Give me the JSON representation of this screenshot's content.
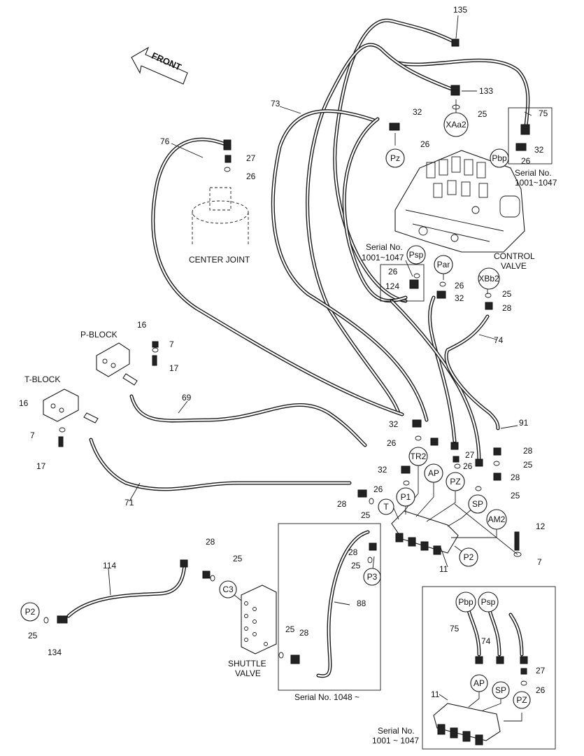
{
  "labels": {
    "front": "FRONT",
    "center_joint": "CENTER JOINT",
    "control_valve": [
      "CONTROL",
      "VALVE"
    ],
    "p_block": "P-BLOCK",
    "t_block": "T-BLOCK",
    "shuttle_valve": [
      "SHUTTLE",
      "VALVE"
    ],
    "serial_top_right": [
      "Serial No.",
      "1001~1047"
    ],
    "serial_left_valve": [
      "Serial No.",
      "1001~1047"
    ],
    "serial_1048": "Serial No. 1048 ~",
    "serial_bottom_right": [
      "Serial No.",
      "1001 ~ 1047"
    ]
  },
  "part_numbers": {
    "n135": "135",
    "n133": "133",
    "n25": "25",
    "n32": "32",
    "n26": "26",
    "n73": "73",
    "n75": "75",
    "n76": "76",
    "n27": "27",
    "n124": "124",
    "n28": "28",
    "n74": "74",
    "n16": "16",
    "n7": "7",
    "n17": "17",
    "n69": "69",
    "n91": "91",
    "n71": "71",
    "n12": "12",
    "n11": "11",
    "n114": "114",
    "n88": "88",
    "n134": "134"
  },
  "ports": {
    "XAa2": "XAa2",
    "Pz": "Pz",
    "Pbp": "Pbp",
    "Psp": "Psp",
    "Par": "Par",
    "XBb2": "XBb2",
    "TR2": "TR2",
    "AP": "AP",
    "PZ": "PZ",
    "P1": "P1",
    "T": "T",
    "SP": "SP",
    "AM2": "AM2",
    "P2": "P2",
    "P3": "P3",
    "C3": "C3"
  }
}
